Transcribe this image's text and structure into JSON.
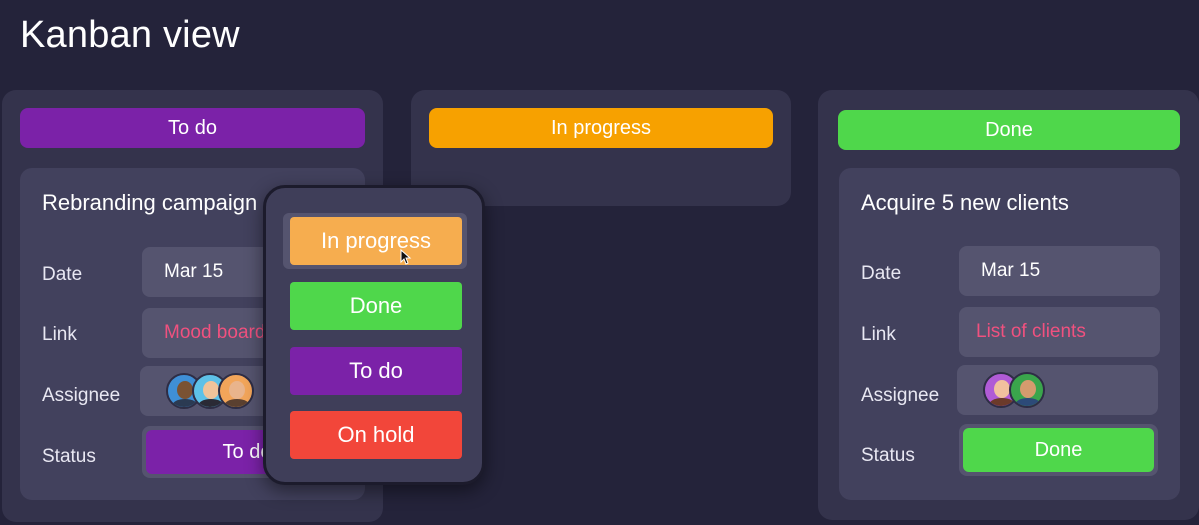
{
  "page": {
    "title": "Kanban view"
  },
  "columns": [
    {
      "header": "To do",
      "color": "#7b22a8",
      "card": {
        "title": "Rebranding campaign",
        "fields": {
          "date_label": "Date",
          "date_value": "Mar 15",
          "link_label": "Link",
          "link_value": "Mood board",
          "assignee_label": "Assignee",
          "status_label": "Status",
          "status_value": "To do"
        },
        "assignees": [
          {
            "icon": "avatar-man-glasses"
          },
          {
            "icon": "avatar-man-curly"
          },
          {
            "icon": "avatar-man-bald"
          }
        ]
      }
    },
    {
      "header": "In progress",
      "color": "#f7a100"
    },
    {
      "header": "Done",
      "color": "#4fd74b",
      "card": {
        "title": "Acquire 5 new clients",
        "fields": {
          "date_label": "Date",
          "date_value": "Mar 15",
          "link_label": "Link",
          "link_value": "List of clients",
          "assignee_label": "Assignee",
          "status_label": "Status",
          "status_value": "Done"
        },
        "assignees": [
          {
            "icon": "avatar-woman-red-hair"
          },
          {
            "icon": "avatar-man-beard"
          }
        ]
      }
    }
  ],
  "status_dropdown": {
    "options": [
      {
        "label": "In progress",
        "color": "#f6ad4f",
        "hovered": true
      },
      {
        "label": "Done",
        "color": "#4fd74b"
      },
      {
        "label": "To do",
        "color": "#7b22a8"
      },
      {
        "label": "On hold",
        "color": "#f2463a"
      }
    ]
  }
}
